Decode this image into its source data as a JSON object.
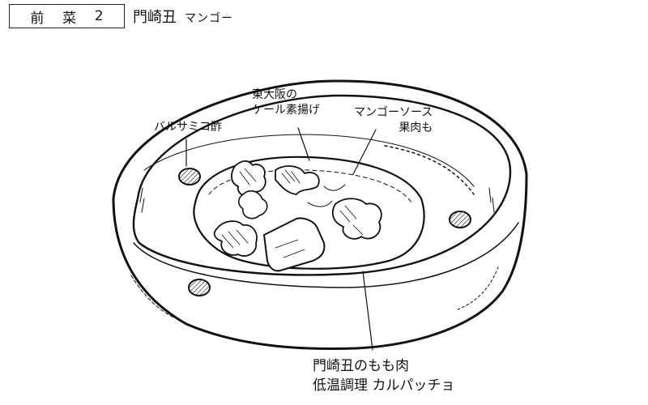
{
  "header": {
    "course_chars": [
      "前",
      "菜",
      "2"
    ],
    "dish_main": "門崎丑",
    "dish_sub": "マンゴー"
  },
  "annotations": {
    "balsamic": "バルサミコ酢",
    "kale_line1": "東大阪の",
    "kale_line2": "ケール素揚げ",
    "mango_line1": "マンゴーソース",
    "mango_line2": "果肉も",
    "beef_line1": "門崎丑のもも肉",
    "beef_line2": "低温調理 カルパッチョ"
  },
  "colors": {
    "ink": "#111111",
    "background": "#ffffff"
  }
}
